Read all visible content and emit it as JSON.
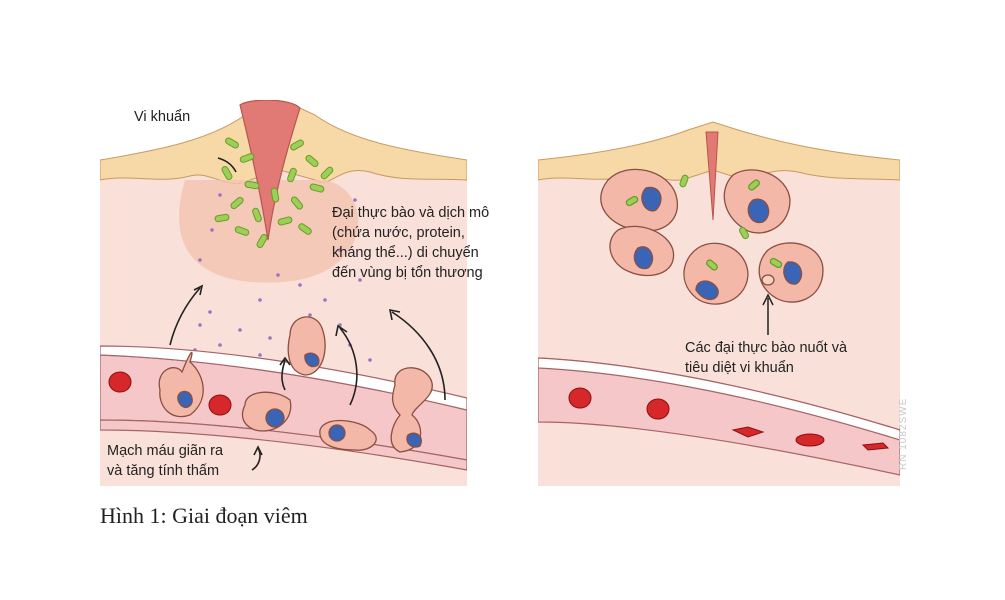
{
  "figure": {
    "caption": "Hình 1: Giai đoạn viêm",
    "credit": "RN 1082SWE",
    "colors": {
      "tissue": "#f9e1d9",
      "epidermis": "#f7d9a8",
      "wound": "#e17a74",
      "bacteria": "#9ccf55",
      "cell_body": "#f4b8a8",
      "nucleus": "#3a64b5",
      "red_blood_cell": "#d6272b",
      "vessel": "#f6c7c8",
      "dots": "#9b74c0"
    }
  },
  "left_panel": {
    "label_bacteria": "Vi khuẩn",
    "label_macrophage": [
      "Đại thực bào và dịch mô",
      "(chứa nước, protein,",
      "kháng thể...) di chuyển",
      "đến vùng bị tổn thương"
    ],
    "label_vessel": [
      "Mạch máu giãn ra",
      "và tăng tính thấm"
    ]
  },
  "right_panel": {
    "label_phagocytosis": [
      "Các đại thực bào nuốt và",
      "tiêu diệt vi khuẩn"
    ]
  }
}
